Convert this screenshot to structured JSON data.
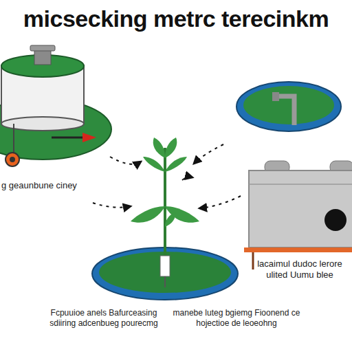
{
  "diagram": {
    "title": "micsecking metrc terecinkm",
    "labels": [
      "g geaunbune ciney",
      "lacaimul dudoc lerore ulited Uumu blee",
      "Fcpuuioe anels Bafurceasing sdiiring adcenbueg pourecmg",
      "manebe luteg bgiemg Fioonend ce hojectioe de leoeohng"
    ]
  }
}
